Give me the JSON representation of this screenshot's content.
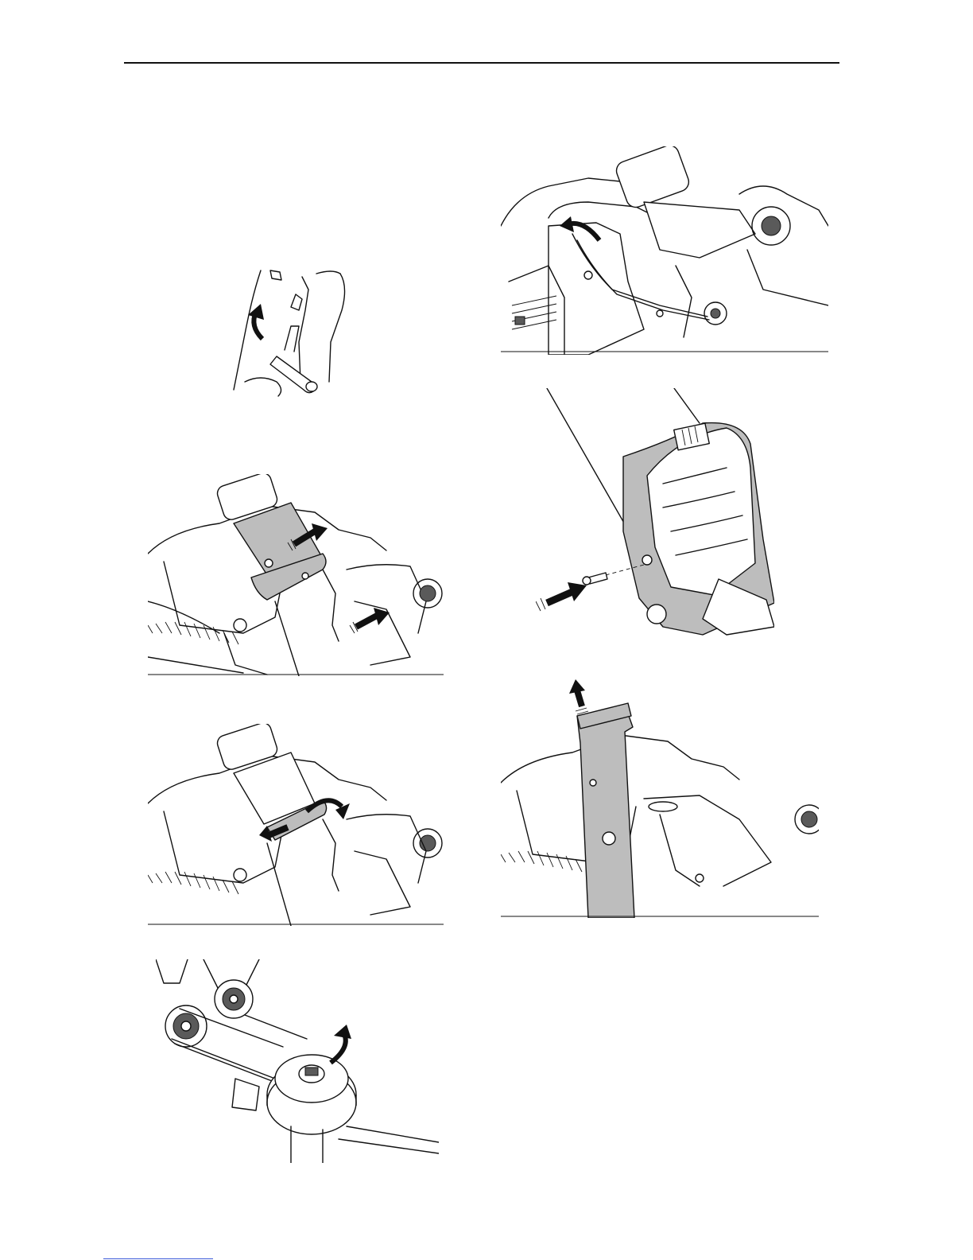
{
  "page": {
    "header_rule": true,
    "figures": [
      {
        "id": "fig-lever",
        "icon": "lever-rotate-arrow-icon"
      },
      {
        "id": "fig-chute-pull",
        "icon": "push-arrows-icon"
      },
      {
        "id": "fig-chute-rotate",
        "icon": "rotate-arrow-icon"
      },
      {
        "id": "fig-pulley",
        "icon": "rotate-arrow-icon"
      },
      {
        "id": "fig-engine-top",
        "icon": "rotate-arrow-icon"
      },
      {
        "id": "fig-auger-bolt",
        "icon": "push-arrow-icon"
      },
      {
        "id": "fig-chute-lift",
        "icon": "up-arrow-icon"
      }
    ]
  },
  "colors": {
    "line": "#111111",
    "highlight_gray": "#bdbdbd",
    "link_underline": "#3d5bd9"
  }
}
